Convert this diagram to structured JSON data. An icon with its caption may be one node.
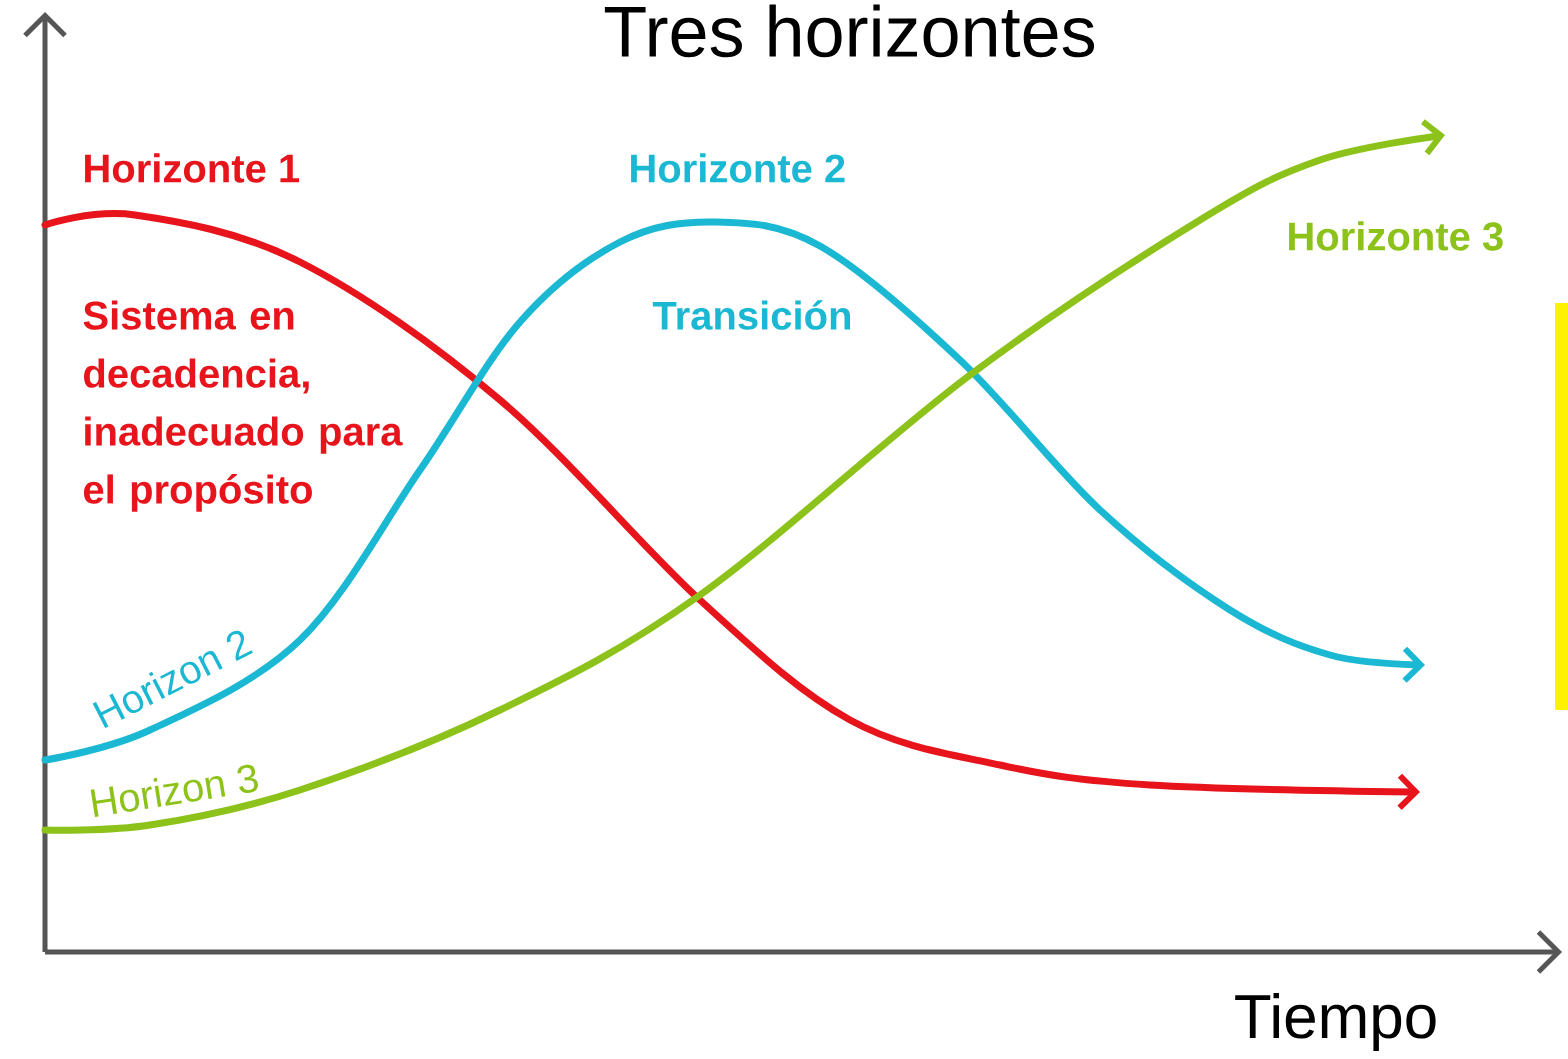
{
  "diagram": {
    "title": "Tres horizontes",
    "labels": [
      "Horizonte 1",
      "Horizonte 2",
      "Horizonte 3",
      "Sistema en decadencia, inadecuado para el propósito",
      "Transición",
      "Horizon 2",
      "Horizon 3",
      "Tiempo"
    ]
  }
}
